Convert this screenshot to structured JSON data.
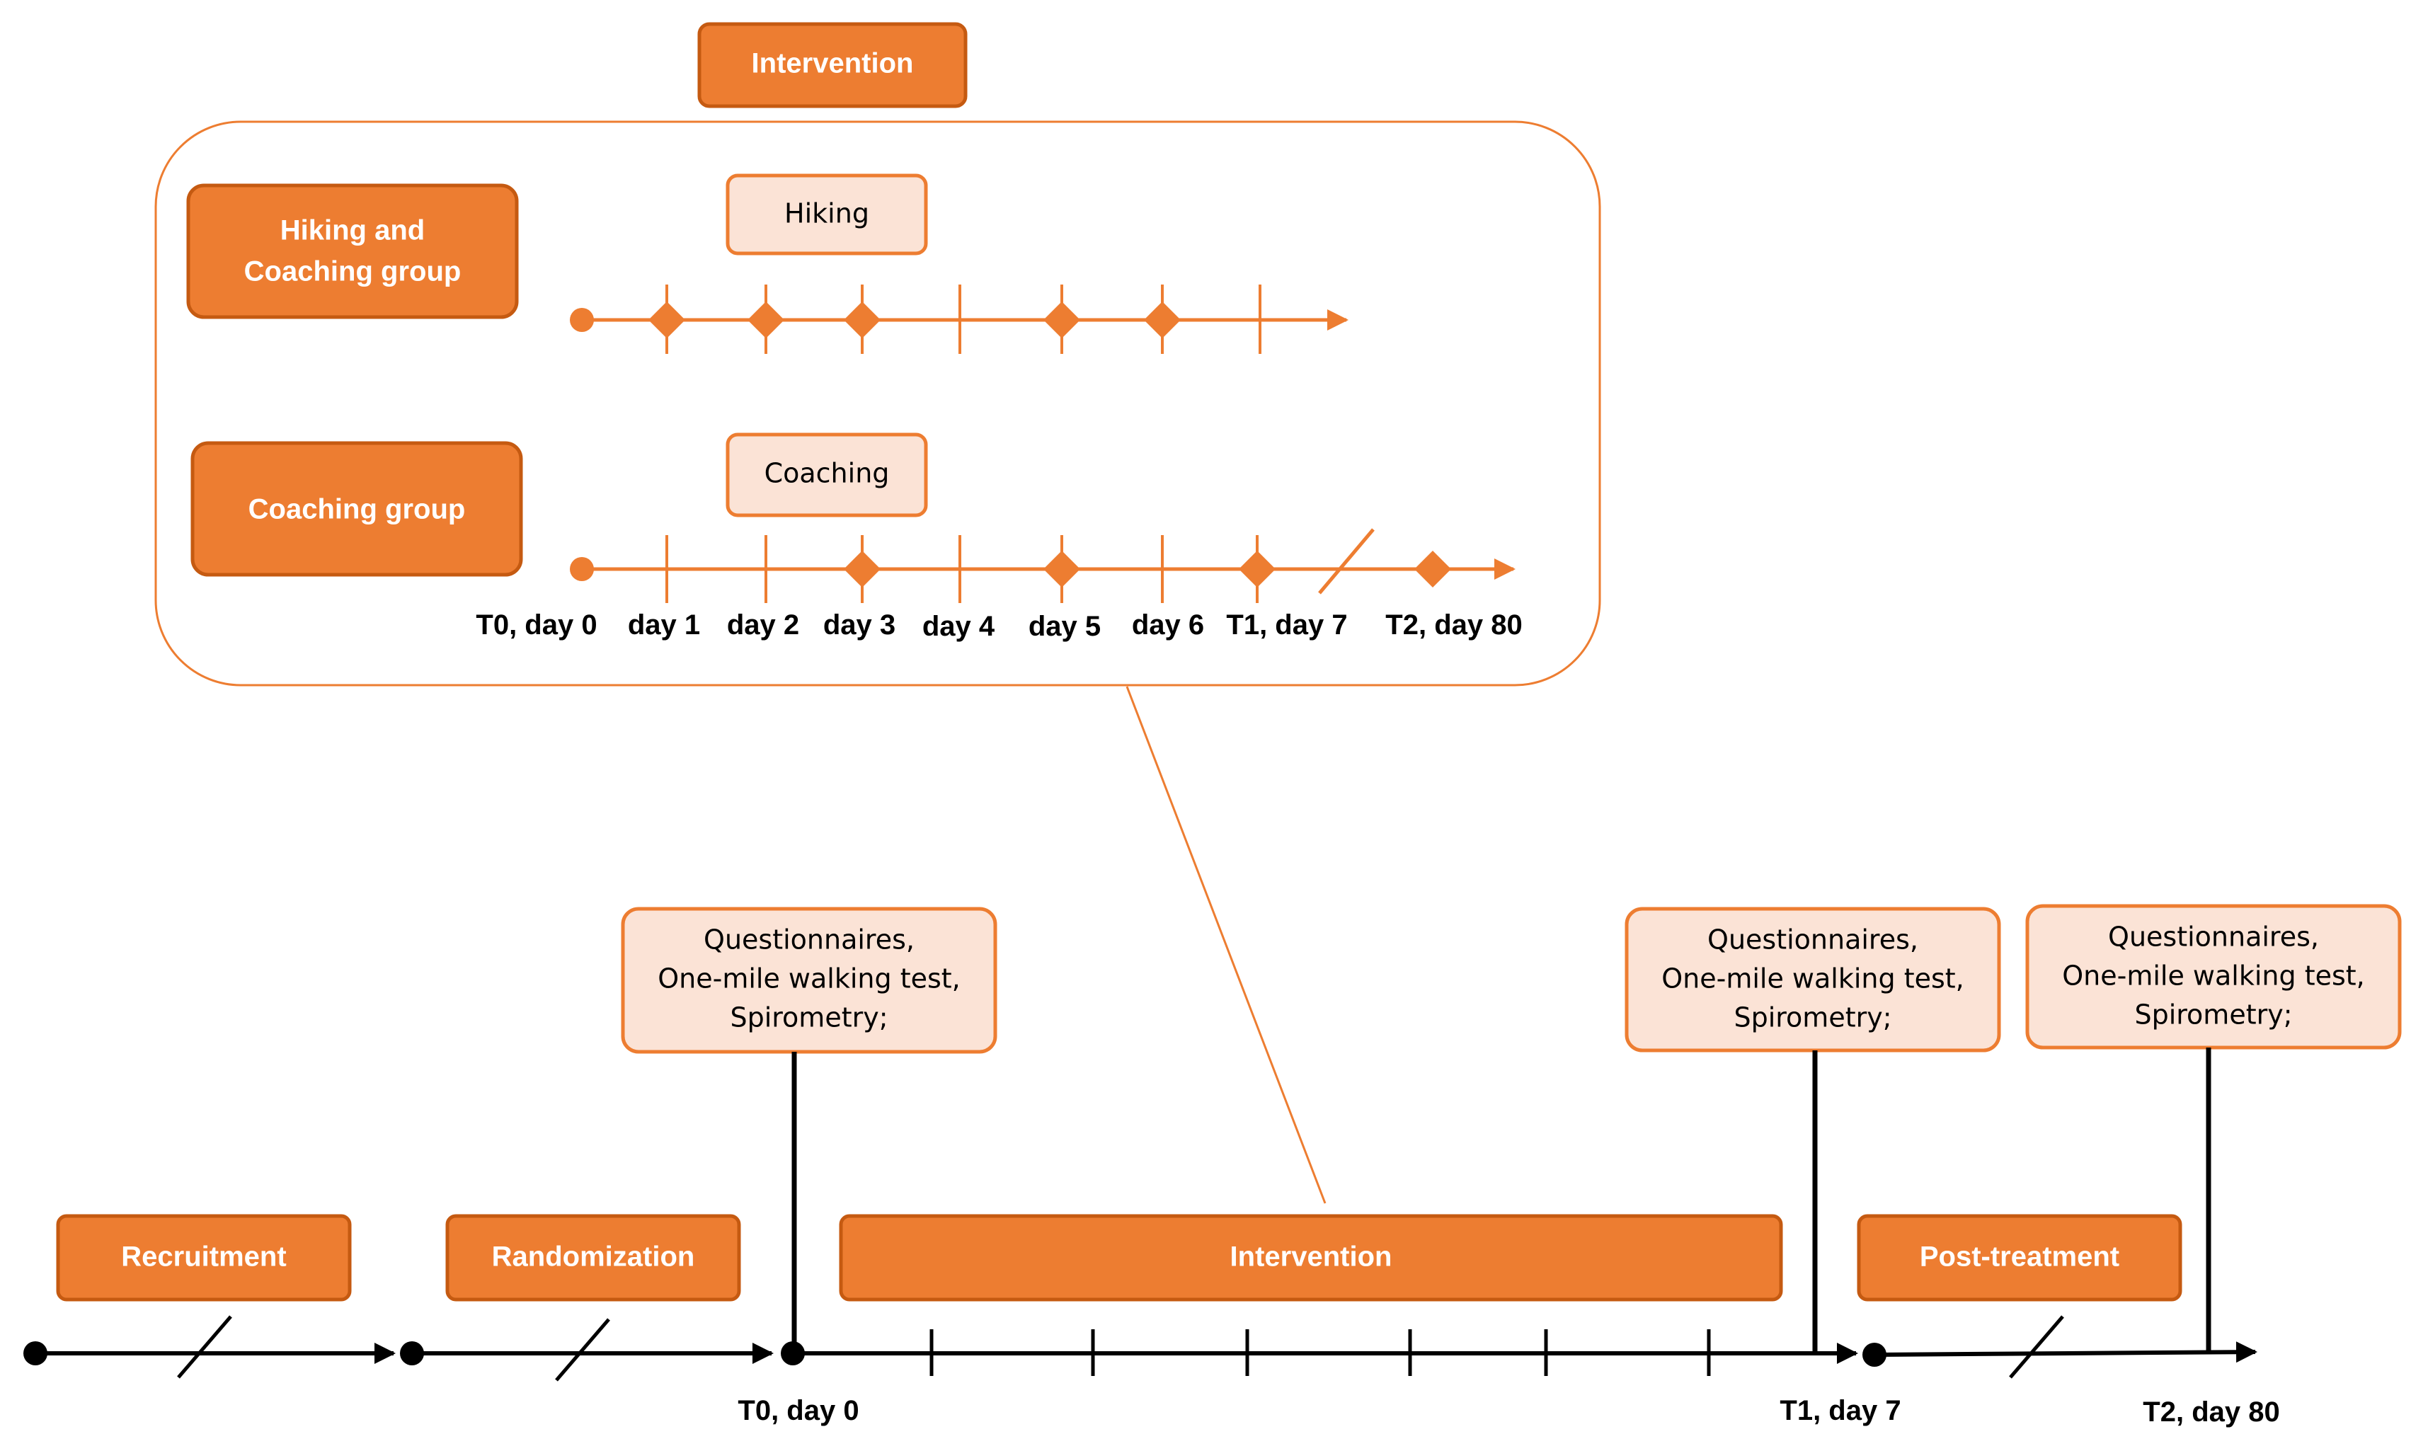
{
  "colors": {
    "orange": "#ED7D31",
    "orange_dark": "#C55A11",
    "peach": "#FBE3D6",
    "black": "#000000",
    "white": "#FFFFFF"
  },
  "top": {
    "title": "Intervention",
    "hiking_group_line1": "Hiking and",
    "hiking_group_line2": "Coaching group",
    "hiking_label": "Hiking",
    "coaching_group": "Coaching group",
    "coaching_label": "Coaching",
    "day_labels": [
      "T0, day 0",
      "day 1",
      "day 2",
      "day 3",
      "day 4",
      "day 5",
      "day 6",
      "T1, day 7",
      "T2, day 80"
    ]
  },
  "bottom": {
    "phases": {
      "recruitment": "Recruitment",
      "randomization": "Randomization",
      "intervention": "Intervention",
      "post_treatment": "Post-treatment"
    },
    "assessment": {
      "line1": "Questionnaires,",
      "line2": "One-mile walking test,",
      "line3": "Spirometry;"
    },
    "timepoints": {
      "t0": "T0, day 0",
      "t1": "T1, day 7",
      "t2": "T2, day 80"
    }
  }
}
